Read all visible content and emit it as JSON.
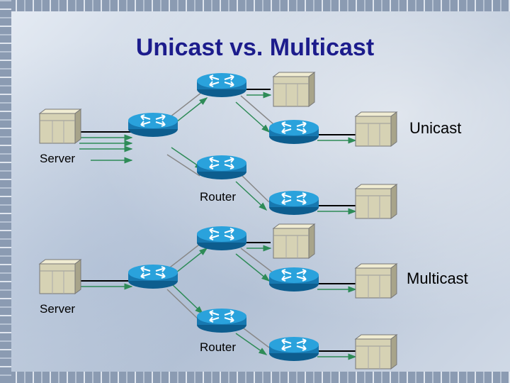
{
  "title": "Unicast vs. Multicast",
  "unicast": {
    "section_label": "Unicast",
    "server_label": "Server",
    "router_label": "Router"
  },
  "multicast": {
    "section_label": "Multicast",
    "server_label": "Server",
    "router_label": "Router"
  },
  "colors": {
    "title": "#1c1c8c",
    "router_body": "#1f8fc7",
    "host_body": "#d6d2b4",
    "link_green": "#2e8b57",
    "link_gray": "#9a9a9a"
  },
  "icons": [
    "server-icon",
    "router-icon",
    "host-icon"
  ]
}
